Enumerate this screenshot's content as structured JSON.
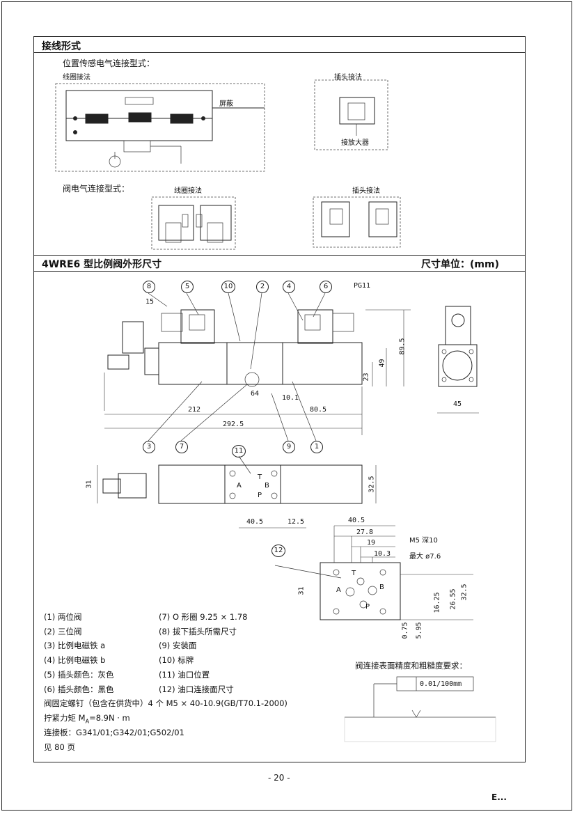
{
  "section1": {
    "title": "接线形式",
    "sensor_heading": "位置传感电气连接型式：",
    "sensor_coil_label": "线圈接法",
    "sensor_plug_label": "插头接法",
    "shield_label": "屏蔽",
    "amplifier_label": "接放大器",
    "valve_heading": "阀电气连接型式：",
    "valve_coil_label": "线圈接法",
    "valve_plug_label": "插头接法"
  },
  "section2": {
    "title": "4WRE6 型比例阀外形尺寸",
    "unit": "尺寸单位：(mm)"
  },
  "callouts": {
    "c8": "8",
    "c5": "5",
    "c10": "10",
    "c2": "2",
    "c4": "4",
    "c6": "6",
    "c3": "3",
    "c7": "7",
    "c9": "9",
    "c1": "1",
    "c11": "11",
    "c12": "12",
    "pg": "PG11"
  },
  "dimensions": {
    "d15": "15",
    "d89_5": "89.5",
    "d49": "49",
    "d23": "23",
    "d64": "64",
    "d10_1": "10.1",
    "d212": "212",
    "d80_5": "80.5",
    "d292_5": "292.5",
    "d45": "45",
    "d31_top": "31",
    "d32_5_top": "32.5",
    "d40_5_top": "40.5",
    "d12_5": "12.5",
    "d40_5": "40.5",
    "d27_8": "27.8",
    "d19": "19",
    "d10_3": "10.3",
    "d31": "31",
    "d32_5": "32.5",
    "d26_55": "26.55",
    "d16_25": "16.25",
    "d0_75": "0.75",
    "d5_95": "5.95",
    "m5_depth": "M5 深10",
    "max_dia": "最大 ø7.6",
    "port_t": "T",
    "port_a": "A",
    "port_b": "B",
    "port_p": "P",
    "top_t": "T",
    "top_a": "A",
    "top_b": "B",
    "top_p": "P"
  },
  "legend": {
    "l1": "(1) 两位阀",
    "l2": "(2) 三位阀",
    "l3": "(3) 比例电磁铁 a",
    "l4": "(4) 比例电磁铁 b",
    "l5": "(5) 插头颜色：灰色",
    "l6": "(6) 插头颜色：黑色",
    "l7": "(7) O 形圈 9.25 × 1.78",
    "l8": "(8) 拔下插头所需尺寸",
    "l9": "(9) 安装面",
    "l10": "(10) 标牌",
    "l11": "(11) 油口位置",
    "l12": "(12) 油口连接面尺寸"
  },
  "notes": {
    "screws": "阀固定螺钉（包含在供货中）4 个 M5 × 40-10.9(GB/T70.1-2000)",
    "torque_prefix": "拧紧力矩 M",
    "torque_sub": "A",
    "torque_suffix": "=8.9N · m",
    "plates": "连接板：G341/01;G342/01;G502/01",
    "see_page": "见 80 页",
    "surface_req": "阀连接表面精度和粗糙度要求：",
    "flatness": "0.01/100mm"
  },
  "footer": {
    "page_number": "- 20 -",
    "corner_mark": "E..."
  }
}
